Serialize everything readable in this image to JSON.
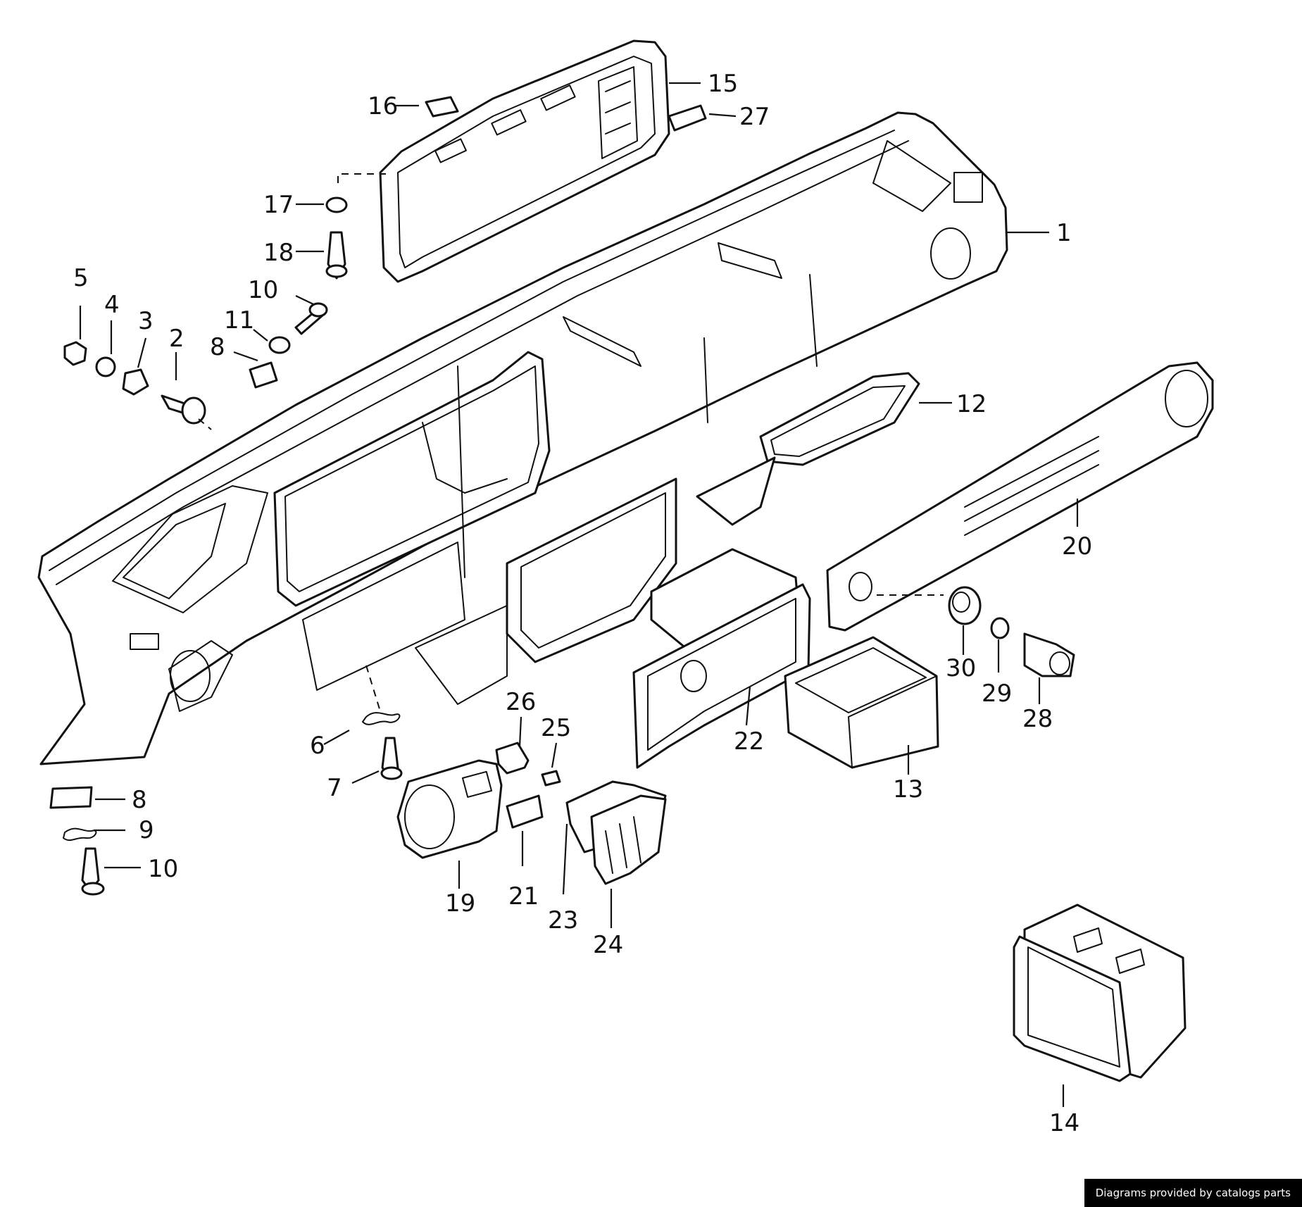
{
  "diagram": {
    "callouts": [
      {
        "id": "c1",
        "label": "1"
      },
      {
        "id": "c2",
        "label": "2"
      },
      {
        "id": "c3",
        "label": "3"
      },
      {
        "id": "c4",
        "label": "4"
      },
      {
        "id": "c5",
        "label": "5"
      },
      {
        "id": "c6",
        "label": "6"
      },
      {
        "id": "c7",
        "label": "7"
      },
      {
        "id": "c8a",
        "label": "8"
      },
      {
        "id": "c8b",
        "label": "8"
      },
      {
        "id": "c9",
        "label": "9"
      },
      {
        "id": "c10a",
        "label": "10"
      },
      {
        "id": "c10b",
        "label": "10"
      },
      {
        "id": "c11",
        "label": "11"
      },
      {
        "id": "c12",
        "label": "12"
      },
      {
        "id": "c13",
        "label": "13"
      },
      {
        "id": "c14",
        "label": "14"
      },
      {
        "id": "c15",
        "label": "15"
      },
      {
        "id": "c16",
        "label": "16"
      },
      {
        "id": "c17",
        "label": "17"
      },
      {
        "id": "c18",
        "label": "18"
      },
      {
        "id": "c19",
        "label": "19"
      },
      {
        "id": "c20",
        "label": "20"
      },
      {
        "id": "c21",
        "label": "21"
      },
      {
        "id": "c22",
        "label": "22"
      },
      {
        "id": "c23",
        "label": "23"
      },
      {
        "id": "c24",
        "label": "24"
      },
      {
        "id": "c25",
        "label": "25"
      },
      {
        "id": "c26",
        "label": "26"
      },
      {
        "id": "c27",
        "label": "27"
      },
      {
        "id": "c28",
        "label": "28"
      },
      {
        "id": "c29",
        "label": "29"
      },
      {
        "id": "c30",
        "label": "30"
      }
    ]
  },
  "footer": {
    "credit": "Diagrams provided by catalogs parts"
  }
}
